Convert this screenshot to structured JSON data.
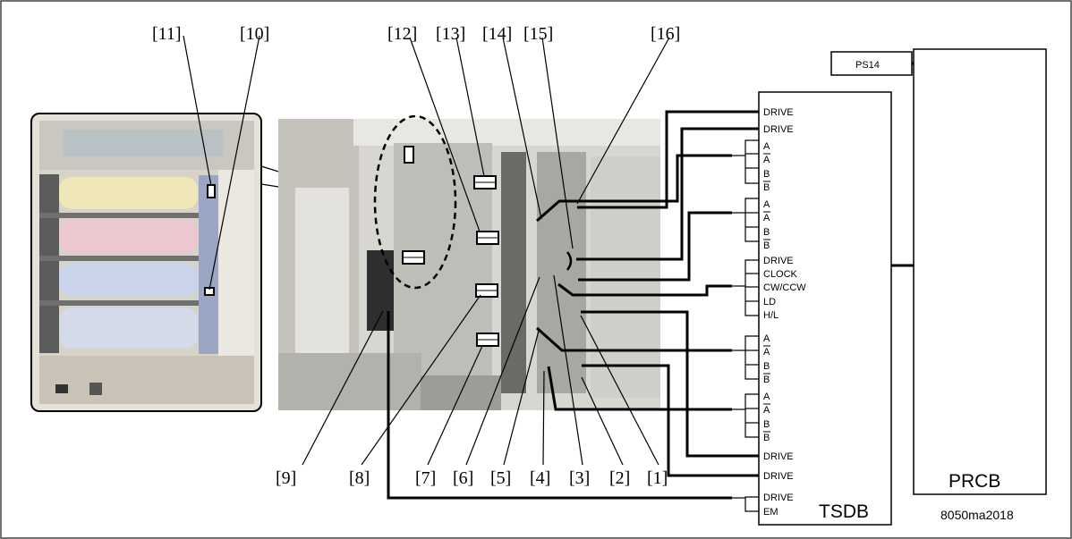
{
  "callouts": [
    "[11]",
    "[10]",
    "[12]",
    "[13]",
    "[14]",
    "[15]",
    "[16]",
    "[9]",
    "[8]",
    "[7]",
    "[6]",
    "[5]",
    "[4]",
    "[3]",
    "[2]",
    "[1]"
  ],
  "boards": {
    "ps14": "PS14",
    "prcb": "PRCB",
    "tsdb": "TSDB"
  },
  "tsdb_signals": {
    "drive1": "DRIVE",
    "drive2": "DRIVE",
    "m1": [
      "A",
      "A",
      "B",
      "B"
    ],
    "m2": [
      "A",
      "A",
      "B",
      "B"
    ],
    "ctrl": [
      "DRIVE",
      "CLOCK",
      "CW/CCW",
      "LD",
      "H/L"
    ],
    "m3": [
      "A",
      "A",
      "B",
      "B"
    ],
    "m4": [
      "A",
      "A",
      "B",
      "B"
    ],
    "drive3": "DRIVE",
    "drive4": "DRIVE",
    "drive5": "DRIVE",
    "em": "EM"
  },
  "figure_code": "8050ma2018"
}
